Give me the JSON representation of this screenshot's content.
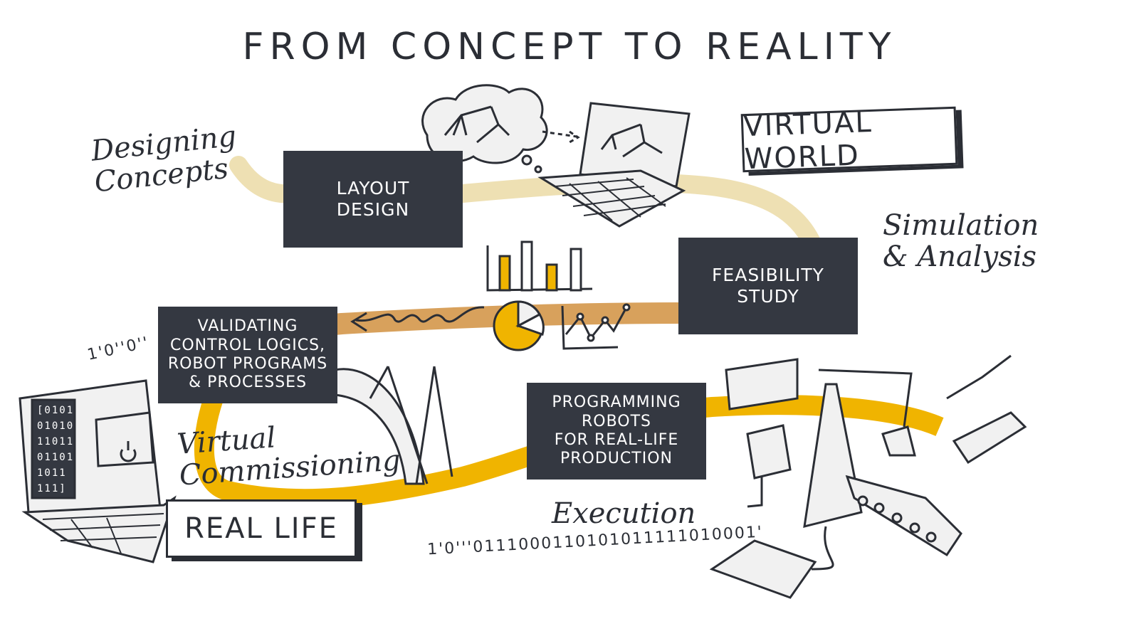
{
  "title": "FROM CONCEPT TO REALITY",
  "labels": {
    "designing_concepts": "Designing\nConcepts",
    "simulation_analysis": "Simulation\n& Analysis",
    "virtual_commissioning": "Virtual\nCommissioning",
    "execution": "Execution"
  },
  "boxes": {
    "layout_design": "LAYOUT\nDESIGN",
    "feasibility_study": "FEASIBILITY\nSTUDY",
    "validating": "VALIDATING\nCONTROL LOGICS,\nROBOT PROGRAMS\n& PROCESSES",
    "programming": "PROGRAMMING\nROBOTS\nFOR REAL-LIFE\nPRODUCTION"
  },
  "frames": {
    "virtual_world": "VIRTUAL WORLD",
    "real_life": "REAL LIFE"
  },
  "binary": {
    "top": "1'0''0''",
    "bottom": "1'0'''0111000110101011111010001'",
    "screen": "[0101\n01010\n11011\n01101\n1011\n111]"
  },
  "colors": {
    "dark_box": "#343841",
    "pale_path": "#eee0b3",
    "orange_path": "#d8a15c",
    "yellow_path": "#f0b400",
    "ink": "#2b2e35"
  }
}
